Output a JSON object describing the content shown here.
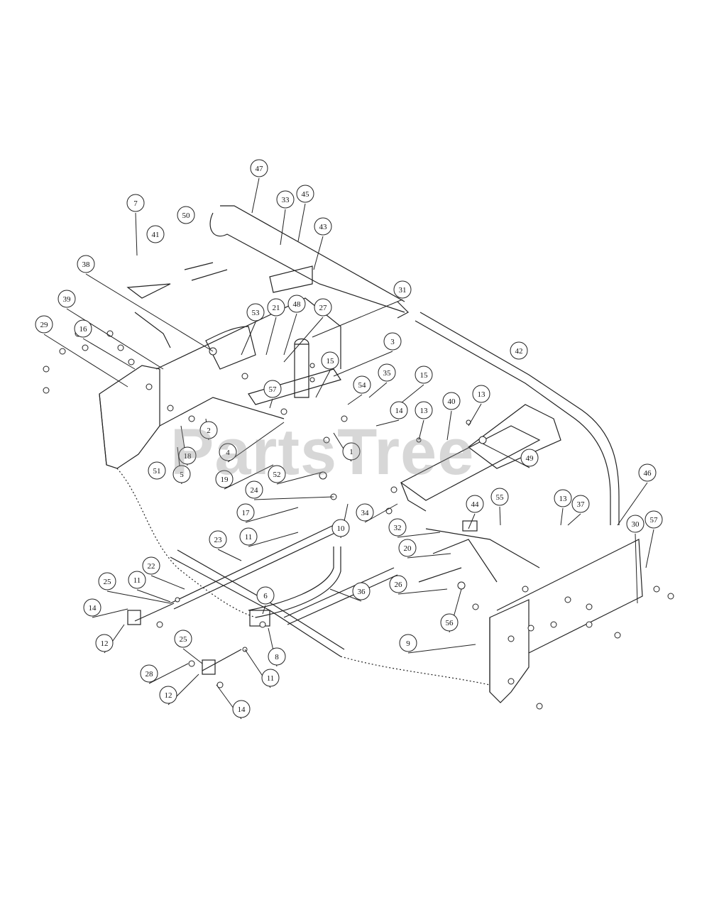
{
  "watermark": "PartsTree",
  "callouts": [
    {
      "label": "47"
    },
    {
      "label": "33"
    },
    {
      "label": "45"
    },
    {
      "label": "50"
    },
    {
      "label": "7"
    },
    {
      "label": "41"
    },
    {
      "label": "43"
    },
    {
      "label": "38"
    },
    {
      "label": "31"
    },
    {
      "label": "39"
    },
    {
      "label": "53"
    },
    {
      "label": "21"
    },
    {
      "label": "48"
    },
    {
      "label": "27"
    },
    {
      "label": "29"
    },
    {
      "label": "16"
    },
    {
      "label": "3"
    },
    {
      "label": "42"
    },
    {
      "label": "15"
    },
    {
      "label": "35"
    },
    {
      "label": "15"
    },
    {
      "label": "54"
    },
    {
      "label": "57"
    },
    {
      "label": "14"
    },
    {
      "label": "13"
    },
    {
      "label": "40"
    },
    {
      "label": "13"
    },
    {
      "label": "2"
    },
    {
      "label": "4"
    },
    {
      "label": "1"
    },
    {
      "label": "49"
    },
    {
      "label": "18"
    },
    {
      "label": "5"
    },
    {
      "label": "51"
    },
    {
      "label": "19"
    },
    {
      "label": "52"
    },
    {
      "label": "24"
    },
    {
      "label": "46"
    },
    {
      "label": "17"
    },
    {
      "label": "34"
    },
    {
      "label": "44"
    },
    {
      "label": "55"
    },
    {
      "label": "13"
    },
    {
      "label": "37"
    },
    {
      "label": "57"
    },
    {
      "label": "11"
    },
    {
      "label": "10"
    },
    {
      "label": "32"
    },
    {
      "label": "30"
    },
    {
      "label": "23"
    },
    {
      "label": "20"
    },
    {
      "label": "22"
    },
    {
      "label": "36"
    },
    {
      "label": "26"
    },
    {
      "label": "25"
    },
    {
      "label": "11"
    },
    {
      "label": "6"
    },
    {
      "label": "14"
    },
    {
      "label": "56"
    },
    {
      "label": "12"
    },
    {
      "label": "9"
    },
    {
      "label": "8"
    },
    {
      "label": "25"
    },
    {
      "label": "28"
    },
    {
      "label": "11"
    },
    {
      "label": "12"
    },
    {
      "label": "14"
    }
  ]
}
